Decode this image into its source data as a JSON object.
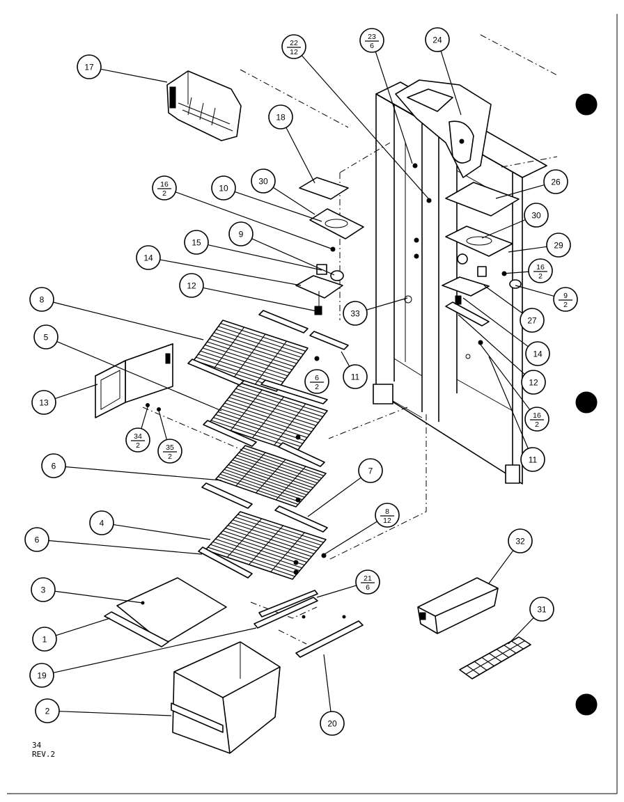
{
  "callouts": [
    {
      "text": "17"
    },
    {
      "top": "22",
      "bottom": "12"
    },
    {
      "top": "23",
      "bottom": "6"
    },
    {
      "text": "24"
    },
    {
      "text": "18"
    },
    {
      "top": "16",
      "bottom": "2"
    },
    {
      "text": "10"
    },
    {
      "text": "30"
    },
    {
      "text": "26"
    },
    {
      "text": "30"
    },
    {
      "text": "9"
    },
    {
      "text": "15"
    },
    {
      "text": "29"
    },
    {
      "text": "14"
    },
    {
      "top": "16",
      "bottom": "2"
    },
    {
      "top": "9",
      "bottom": "2"
    },
    {
      "text": "12"
    },
    {
      "text": "33"
    },
    {
      "text": "27"
    },
    {
      "text": "8"
    },
    {
      "text": "14"
    },
    {
      "text": "5"
    },
    {
      "text": "11"
    },
    {
      "top": "6",
      "bottom": "2"
    },
    {
      "text": "12"
    },
    {
      "text": "13"
    },
    {
      "top": "34",
      "bottom": "2"
    },
    {
      "top": "35",
      "bottom": "2"
    },
    {
      "top": "16",
      "bottom": "2"
    },
    {
      "text": "11"
    },
    {
      "text": "6"
    },
    {
      "text": "7"
    },
    {
      "top": "8",
      "bottom": "12"
    },
    {
      "text": "4"
    },
    {
      "text": "6"
    },
    {
      "text": "3"
    },
    {
      "top": "21",
      "bottom": "6"
    },
    {
      "text": "32"
    },
    {
      "text": "31"
    },
    {
      "text": "1"
    },
    {
      "text": "19"
    },
    {
      "text": "2"
    },
    {
      "text": "20"
    }
  ],
  "footer": {
    "page": "34",
    "revision": "REV.2"
  }
}
